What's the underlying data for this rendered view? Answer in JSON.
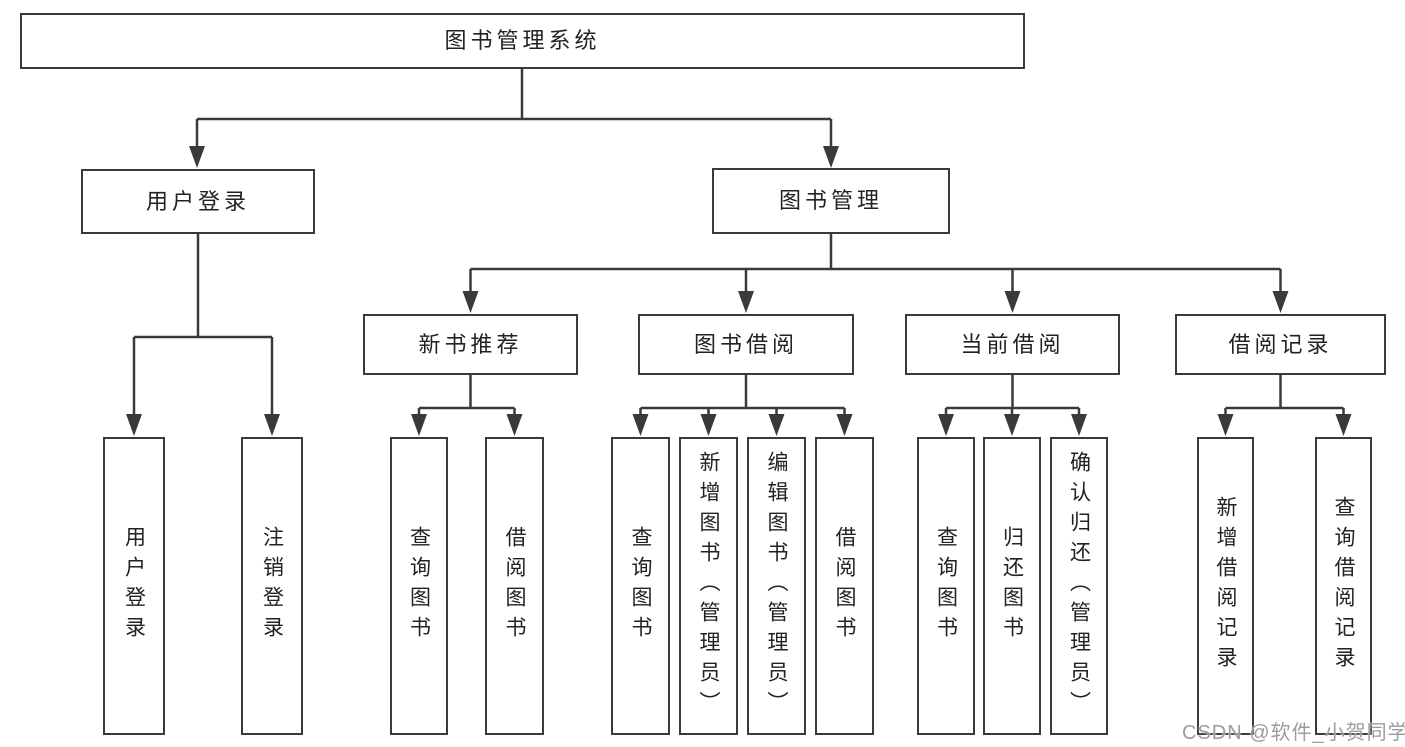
{
  "tree": {
    "label": "图书管理系统",
    "children": [
      {
        "label": "用户登录",
        "children": [
          {
            "label": "用户登录"
          },
          {
            "label": "注销登录"
          }
        ]
      },
      {
        "label": "图书管理",
        "children": [
          {
            "label": "新书推荐",
            "children": [
              {
                "label": "查询图书"
              },
              {
                "label": "借阅图书"
              }
            ]
          },
          {
            "label": "图书借阅",
            "children": [
              {
                "label": "查询图书"
              },
              {
                "label": "新增图书（管理员）"
              },
              {
                "label": "编辑图书（管理员）"
              },
              {
                "label": "借阅图书"
              }
            ]
          },
          {
            "label": "当前借阅",
            "children": [
              {
                "label": "查询图书"
              },
              {
                "label": "归还图书"
              },
              {
                "label": "确认归还（管理员）"
              }
            ]
          },
          {
            "label": "借阅记录",
            "children": [
              {
                "label": "新增借阅记录"
              },
              {
                "label": "查询借阅记录"
              }
            ]
          }
        ]
      }
    ]
  },
  "watermark": {
    "text": "CSDN @软件_小贺同学"
  },
  "colors": {
    "line": "#3a3a3a",
    "box_border": "#3a3a3a",
    "text": "#222222",
    "background": "#ffffff",
    "watermark": "#9c9c9c"
  }
}
